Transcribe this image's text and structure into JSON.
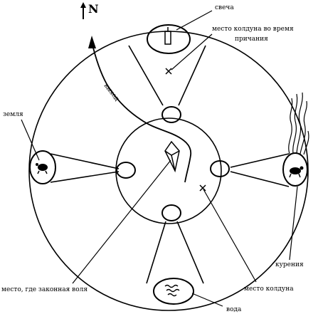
{
  "compass": {
    "north_label": "N"
  },
  "labels": {
    "candle": "свеча",
    "sorcerer_place_prayer_line1": "место колдуна во время",
    "sorcerer_place_prayer_line2": "причания",
    "exit": "выход",
    "earth": "земля",
    "incense": "курения",
    "law_place": "место, где законная воля",
    "sorcerer_place": "место колдуна",
    "water": "вода"
  }
}
